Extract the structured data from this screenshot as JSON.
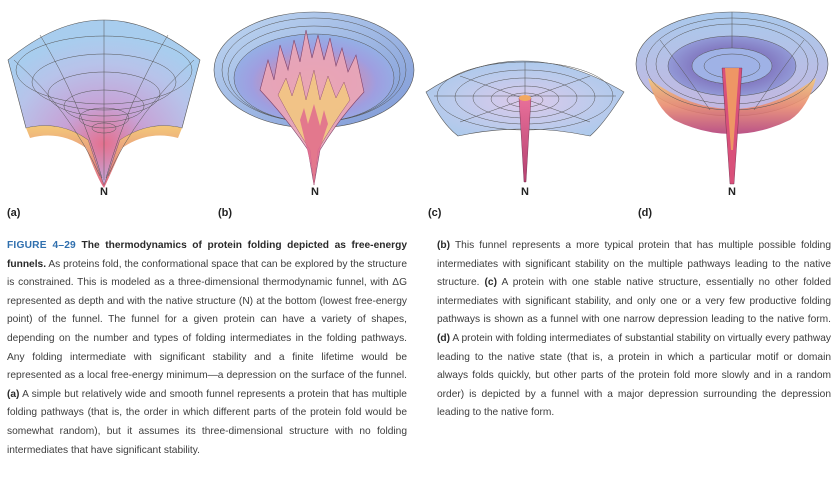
{
  "panels": [
    {
      "letter": "(a)",
      "apex": "N"
    },
    {
      "letter": "(b)",
      "apex": "N"
    },
    {
      "letter": "(c)",
      "apex": "N"
    },
    {
      "letter": "(d)",
      "apex": "N"
    }
  ],
  "caption": {
    "figure_number": "FIGURE 4–29",
    "title": "The thermodynamics of protein folding depicted as free-energy funnels.",
    "intro": "As proteins fold, the conformational space that can be explored by the structure is constrained. This is modeled as a three-dimensional thermodynamic funnel, with ΔG represented as depth and with the native structure (N) at the bottom (lowest free-energy point) of the funnel. The funnel for a given protein can have a variety of shapes, depending on the number and types of folding intermediates in the folding pathways. Any folding intermediate with significant stability and a finite lifetime would be represented as a local free-energy minimum—a depression on the surface of the funnel.",
    "a_label": "(a)",
    "a_text": "A simple but relatively wide and smooth funnel represents a protein that has multiple folding pathways (that is, the order in which different parts of the protein fold would be somewhat random), but it assumes its three-dimensional structure with no folding intermediates that have significant stability.",
    "b_label": "(b)",
    "b_text": "This funnel represents a more typical protein that has multiple possible folding intermediates with significant stability on the multiple pathways leading to the native structure.",
    "c_label": "(c)",
    "c_text": "A protein with one stable native structure, essentially no other folded intermediates with significant stability, and only one or a very few productive folding pathways is shown as a funnel with one narrow depression leading to the native form.",
    "d_label": "(d)",
    "d_text": "A protein with folding intermediates of substantial stability on virtually every pathway leading to the native state (that is, a protein in which a particular motif or domain always folds quickly, but other parts of the protein fold more slowly and in a random order) is depicted by a funnel with a major depression surrounding the depression leading to the native form."
  },
  "colors": {
    "figure_number": "#2f6fae",
    "funnel_rim": "#9fc3e6",
    "funnel_mid": "#b9a3d8",
    "funnel_deep": "#e0708a",
    "funnel_tip": "#f0a050"
  }
}
